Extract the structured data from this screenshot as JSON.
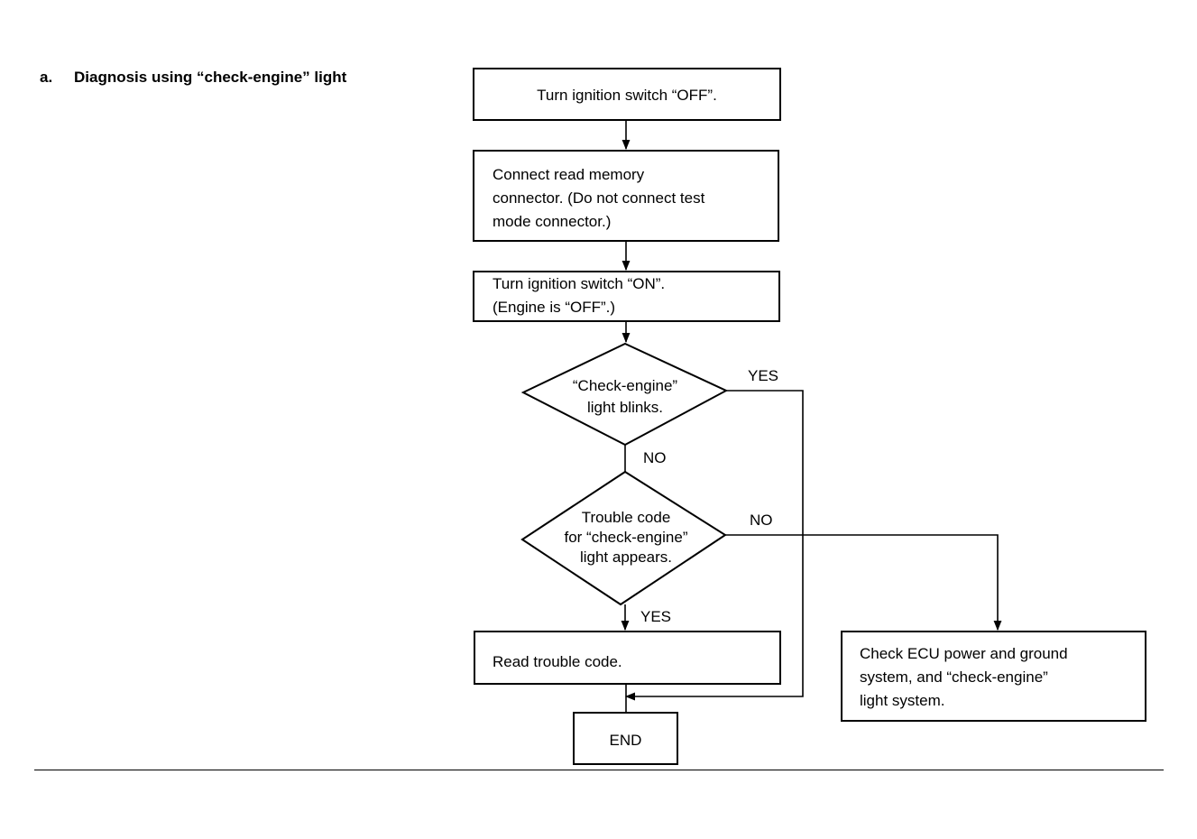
{
  "section": {
    "marker": "a.",
    "title": "Diagnosis using “check-engine” light"
  },
  "steps": {
    "ignition_off": "Turn ignition switch “OFF”.",
    "connect_memory": "Connect read memory\nconnector. (Do not connect test\nmode connector.)",
    "ignition_on": "Turn ignition switch “ON”.\n(Engine is “OFF”.)",
    "read_code": "Read trouble code.",
    "check_ecu": "Check ECU power and ground\nsystem, and “check-engine”\nlight system.",
    "end": "END"
  },
  "decisions": {
    "light_blinks": "“Check-engine”\nlight blinks.",
    "code_appears": "Trouble code\nfor “check-engine”\nlight appears."
  },
  "branches": {
    "blinks_yes": "YES",
    "blinks_no": "NO",
    "appears_no": "NO",
    "appears_yes": "YES"
  }
}
